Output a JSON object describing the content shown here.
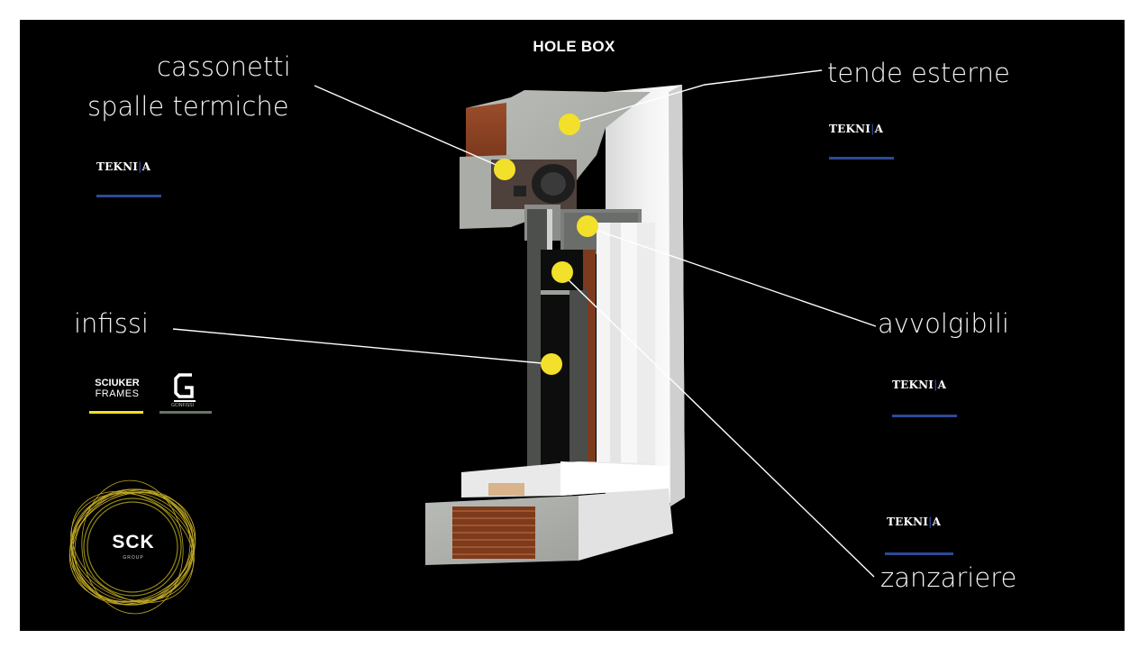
{
  "title": "HOLE BOX",
  "labels": {
    "cassonetti": "cassonetti",
    "spalle": "spalle termiche",
    "tende": "tende esterne",
    "infissi": "infissi",
    "avvolgibili": "avvolgibili",
    "zanzariere": "zanzariere"
  },
  "logos": {
    "teknika": "TEKNI",
    "teknika_end": "A",
    "sciuker_top": "SCIUKER",
    "sciuker_bottom": "FRAMES",
    "gc_sub": "GCINFISSI",
    "sck": "SCK",
    "sck_sub": "GROUP"
  },
  "colors": {
    "background": "#000000",
    "marker": "#f2e02b",
    "teknika_blue": "#2c4a9a",
    "sciuker_yellow": "#f2e02b",
    "gc_green": "#6b7560"
  }
}
